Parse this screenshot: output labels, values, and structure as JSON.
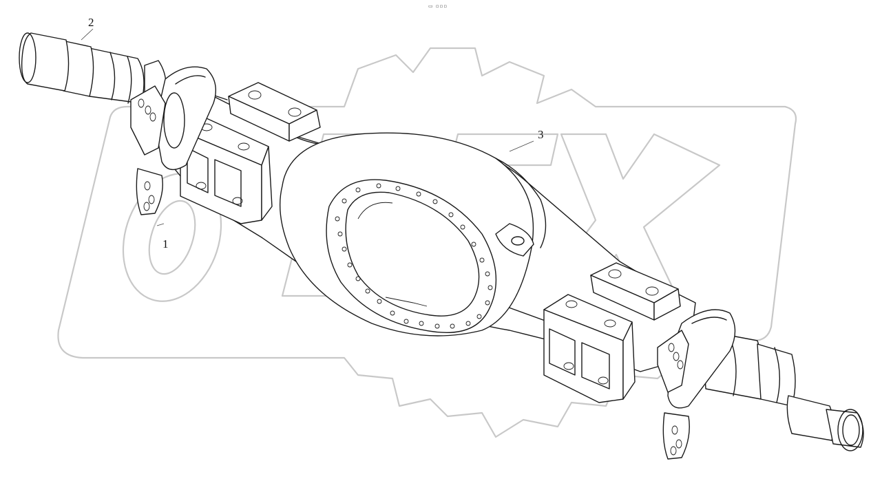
{
  "header_mark": "▭ ▫▫▫",
  "watermark_text": "OPEX",
  "callouts": {
    "part_1": "1",
    "part_2": "2",
    "part_3": "3"
  }
}
